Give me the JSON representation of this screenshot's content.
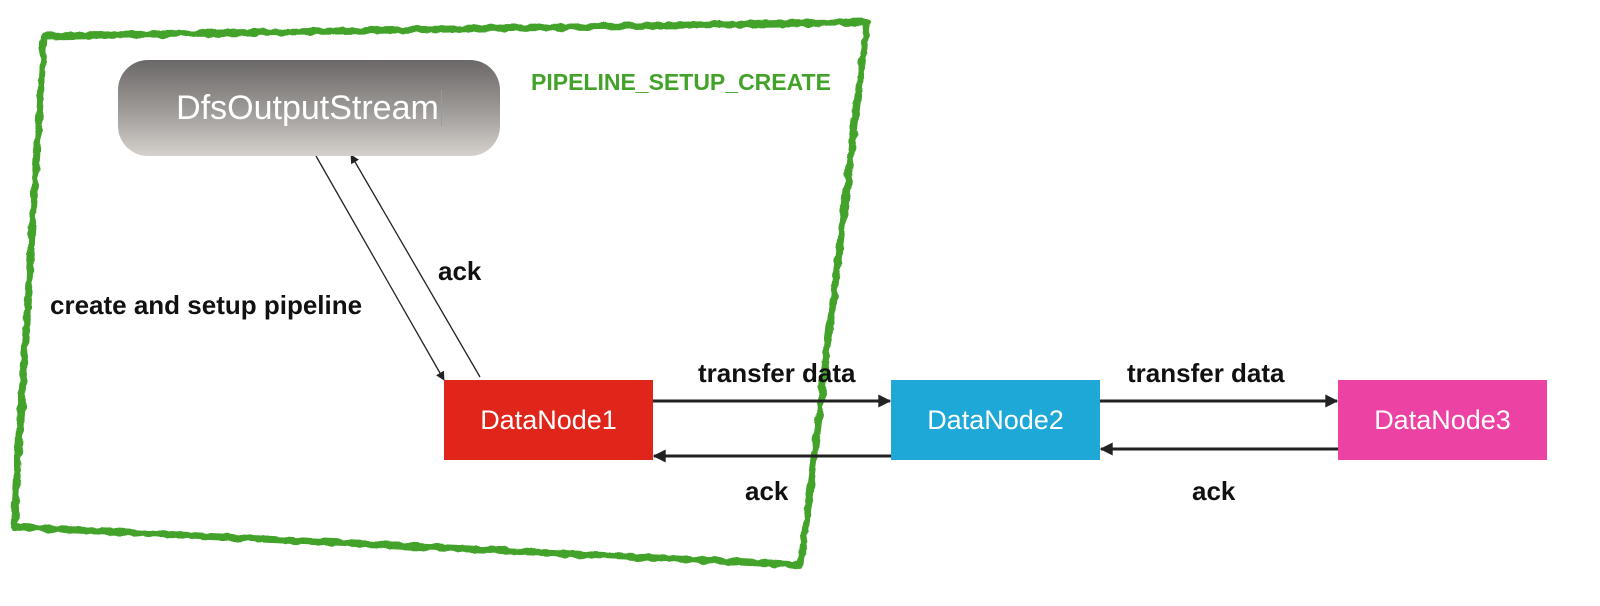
{
  "pipeline": {
    "title": "PIPELINE_SETUP_CREATE",
    "border_color": "#43a22a"
  },
  "nodes": {
    "client": {
      "label": "DfsOutputStream",
      "color": "#9a9795"
    },
    "datanode1": {
      "label": "DataNode1",
      "color": "#e0261b"
    },
    "datanode2": {
      "label": "DataNode2",
      "color": "#1ea8d8"
    },
    "datanode3": {
      "label": "DataNode3",
      "color": "#ec42a3"
    }
  },
  "edges": {
    "client_to_dn1": "create and setup pipeline",
    "dn1_to_client": "ack",
    "dn1_to_dn2": "transfer data",
    "dn2_to_dn3": "transfer data",
    "dn2_to_dn1": "ack",
    "dn3_to_dn2": "ack"
  }
}
